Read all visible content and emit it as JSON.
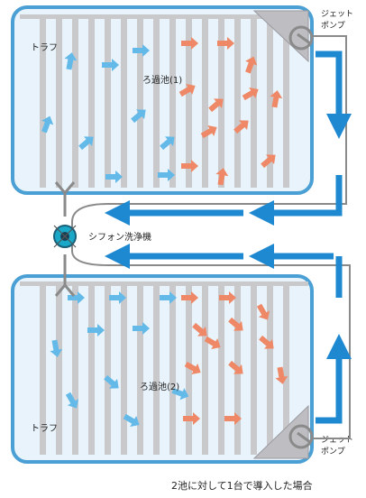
{
  "labels": {
    "jet_pump_top": [
      "ジェット",
      "ポンプ"
    ],
    "jet_pump_bottom": [
      "ジェット",
      "ポンプ"
    ],
    "trough_top": "トラフ",
    "trough_bottom": "トラフ",
    "basin1": "ろ過池(1)",
    "basin2": "ろ過池(2)",
    "cleaner": "シフォン洗浄機",
    "caption": "2池に対して1台で導入した場合"
  },
  "colors": {
    "basin_frame": "#4a9fd4",
    "trough": "#c9c9cc",
    "arrow_blue": "#63b9e8",
    "arrow_orange": "#ee8866",
    "flow_blue": "#1e88d0",
    "machine": "#19a8c7",
    "pipe": "#8a8a8a"
  },
  "icons": {
    "jet_pump": "jet-pump-icon",
    "cleaner": "siphon-cleaner-icon",
    "flow_arrow": "flow-arrow-icon"
  }
}
